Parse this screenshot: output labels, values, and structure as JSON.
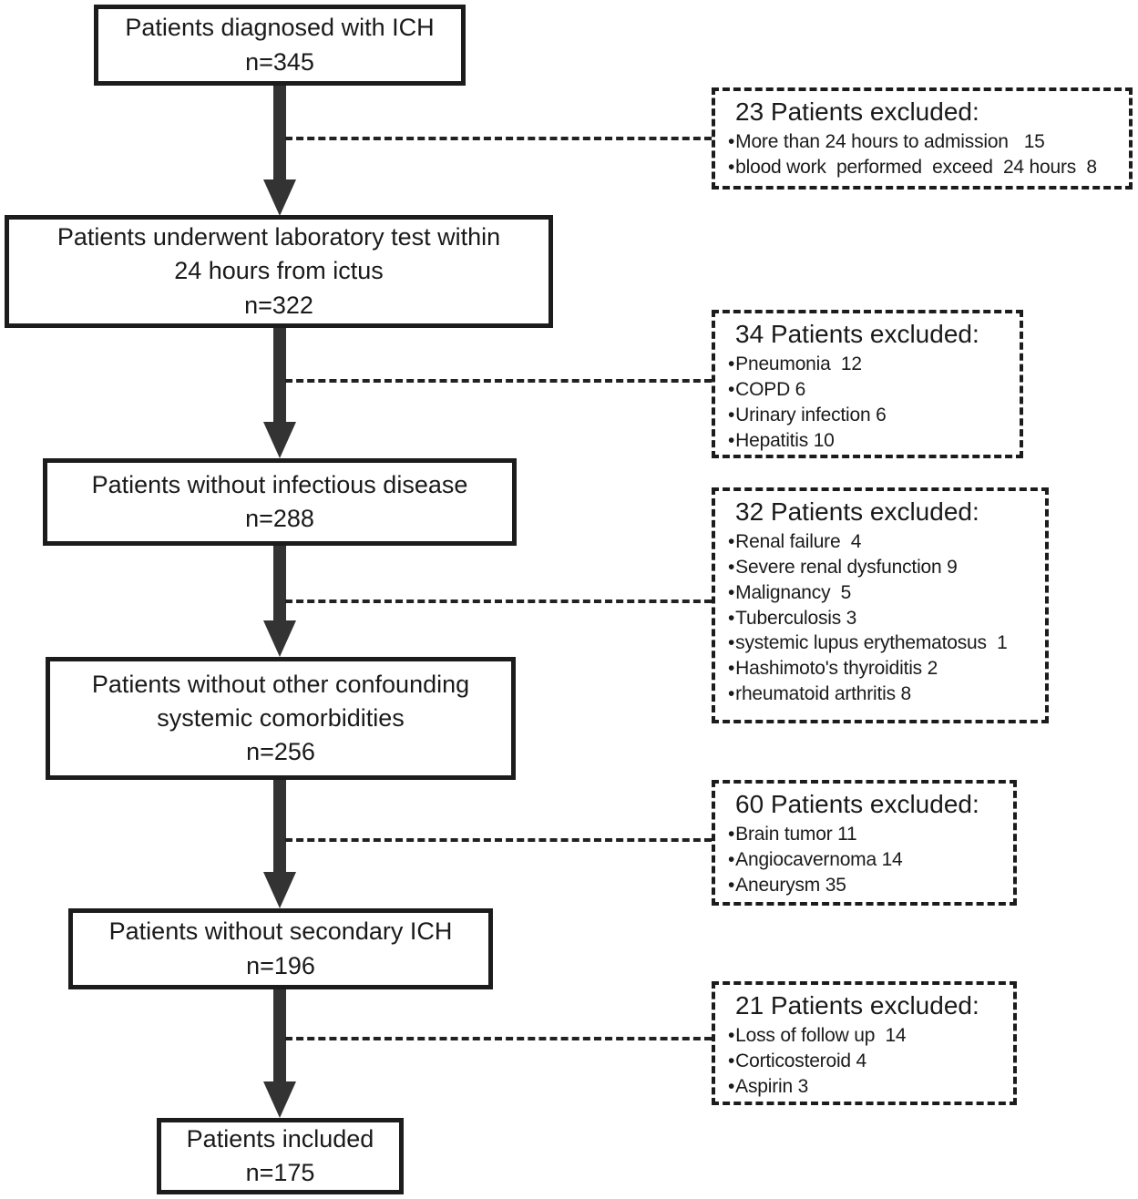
{
  "bullet": "•",
  "colors": {
    "ink": "#1a1a1a",
    "arrow": "#333333",
    "background": "#ffffff"
  },
  "flow": [
    {
      "lines": [
        "Patients diagnosed with ICH",
        "n=345"
      ]
    },
    {
      "lines": [
        "Patients underwent laboratory test within",
        "24 hours from ictus",
        "n=322"
      ]
    },
    {
      "lines": [
        "Patients without infectious disease",
        "n=288"
      ]
    },
    {
      "lines": [
        "Patients without other confounding",
        "systemic comorbidities",
        "n=256"
      ]
    },
    {
      "lines": [
        "Patients without secondary ICH",
        "n=196"
      ]
    },
    {
      "lines": [
        "Patients included",
        "n=175"
      ]
    }
  ],
  "exclusions": [
    {
      "header": "23 Patients excluded:",
      "items": [
        "More than 24 hours to admission   15",
        "blood work  performed  exceed  24 hours  8"
      ]
    },
    {
      "header": "34 Patients excluded:",
      "items": [
        "Pneumonia  12",
        "COPD 6",
        "Urinary infection 6",
        "Hepatitis 10"
      ]
    },
    {
      "header": "32 Patients excluded:",
      "items": [
        "Renal failure  4",
        "Severe renal dysfunction 9",
        "Malignancy  5",
        "Tuberculosis 3",
        "systemic lupus erythematosus  1",
        "Hashimoto's thyroiditis 2",
        "rheumatoid arthritis 8"
      ]
    },
    {
      "header": "60 Patients excluded:",
      "items": [
        "Brain tumor 11",
        "Angiocavernoma 14",
        "Aneurysm 35"
      ]
    },
    {
      "header": "21 Patients excluded:",
      "items": [
        "Loss of follow up  14",
        "Corticosteroid 4",
        "Aspirin 3"
      ]
    }
  ]
}
